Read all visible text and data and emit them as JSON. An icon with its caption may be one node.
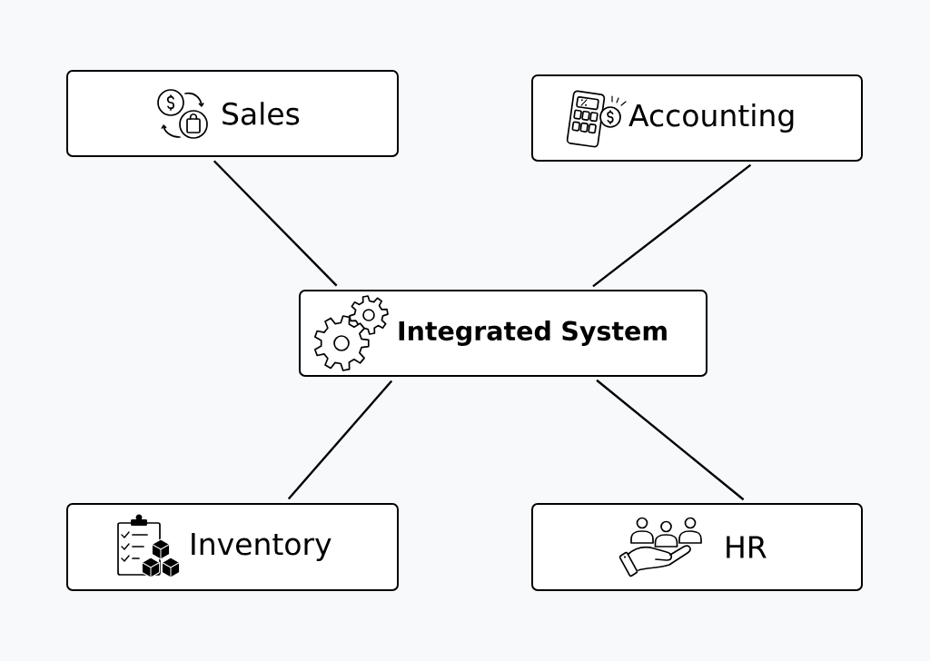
{
  "diagram": {
    "nodes": [
      {
        "text": [
          "Sales"
        ]
      },
      {
        "text": [
          "Accounting"
        ]
      },
      {
        "text": [
          "Integrated System"
        ]
      },
      {
        "text": [
          "Inventory"
        ]
      },
      {
        "text": [
          "HR"
        ]
      }
    ],
    "edges": [
      {
        "from": 0,
        "to": 2,
        "arrow": "none"
      },
      {
        "from": 1,
        "to": 2,
        "arrow": "none"
      },
      {
        "from": 2,
        "to": 3,
        "arrow": "none"
      },
      {
        "from": 2,
        "to": 4,
        "arrow": "none"
      }
    ]
  }
}
